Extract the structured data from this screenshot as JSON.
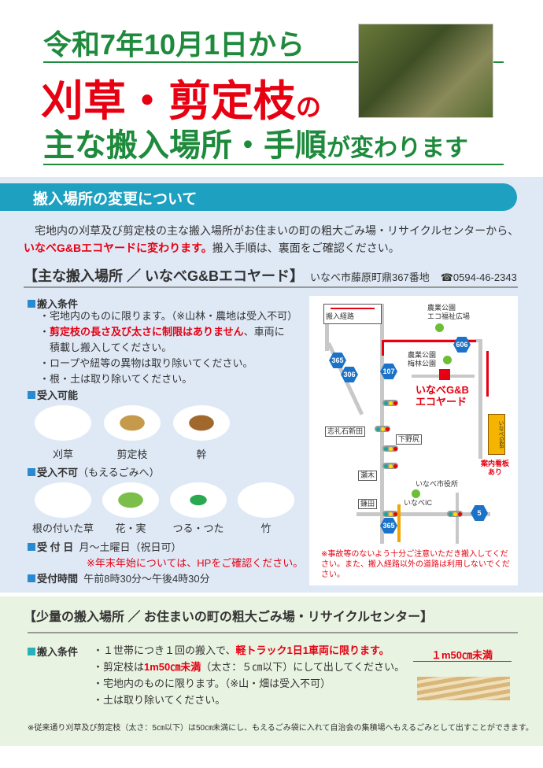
{
  "title": {
    "line1": "令和7年10月1日から",
    "line2_main": "刈草・剪定枝",
    "line2_suffix": "の",
    "line3_main": "主な搬入場所・手順",
    "line3_suffix": "が変わります"
  },
  "section1": {
    "header": "搬入場所の変更について",
    "para_text1": "宅地内の刈草及び剪定枝の主な搬入場所がお住まいの町の粗大ごみ場・リサイクルセンターから、",
    "para_red": "いなべG&Bエコヤードに変わります。",
    "para_text2": "搬入手順は、裏面をご確認ください。"
  },
  "main_site": {
    "heading": "【主な搬入場所 ／ いなべG&Bエコヤード】",
    "address": "いなべ市藤原町鼎367番地",
    "phone_icon": "phone-icon",
    "phone": "☎0594-46-2343"
  },
  "conditions": {
    "label": "搬入条件",
    "items": [
      {
        "text": "宅地内のものに限ります。（※山林・農地は受入不可）"
      },
      {
        "red": "剪定枝の長さ及び太さに制限はありません",
        "text": "、車両に",
        "text2": "積載し搬入してください。"
      },
      {
        "text": "ロープや紐等の異物は取り除いてください。"
      },
      {
        "text": "根・土は取り除いてください。"
      }
    ]
  },
  "accepted": {
    "label": "受入可能",
    "items": [
      "刈草",
      "剪定枝",
      "幹"
    ]
  },
  "rejected": {
    "label": "受入不可",
    "label_suffix": "（もえるごみへ）",
    "items": [
      "根の付いた草",
      "花・実",
      "つる・つた",
      "竹"
    ]
  },
  "days": {
    "label": "受 付 日",
    "value": "月～土曜日（祝日可）",
    "note": "※年末年始については、HPをご確認ください。"
  },
  "hours": {
    "label": "受付時間",
    "value": "午前8時30分～午後4時30分"
  },
  "map": {
    "legend": "搬入経路",
    "park1": "農業公園\nエコ福祉広場",
    "park2": "農業公園\n梅林公園",
    "destination1": "いなべG&B",
    "destination2": "エコヤード",
    "sign": "いなべG&B",
    "sign_caption": "案内看板\nあり",
    "shirei": "志礼石新田",
    "shimonojiri": "下野尻",
    "seki": "瀬木",
    "kamata": "鎌田",
    "cityhall": "いなべ市役所",
    "ic": "いなべIC",
    "routes": [
      "365",
      "306",
      "107",
      "606",
      "365",
      "5"
    ],
    "warning": "※事故等のないよう十分ご注意いただき搬入してください。また、搬入経路以外の道路は利用しないでください。"
  },
  "section2": {
    "heading": "【少量の搬入場所 ／ お住まいの町の粗大ごみ場・リサイクルセンター】",
    "label": "搬入条件",
    "item1_text": "・１世帯につき１回の搬入で、",
    "item1_red": "軽トラック1日1車両に限ります。",
    "item2_text": "・剪定枝は",
    "item2_red": "1m50㎝未満",
    "item2_text2": "（太さ：５㎝以下）にして出してください。",
    "item3": "・宅地内のものに限ります。（※山・畑は受入不可）",
    "item4": "・土は取り除いてください。",
    "size_label": "１m50㎝未満",
    "footnote": "※従来通り刈草及び剪定枝（太さ：5㎝以下）は50㎝未満にし、もえるごみ袋に入れて自治会の集積場へもえるごみとして出すことができます。"
  },
  "colors": {
    "green": "#1e8a3c",
    "red": "#e60012",
    "teal": "#1ea0c0"
  }
}
